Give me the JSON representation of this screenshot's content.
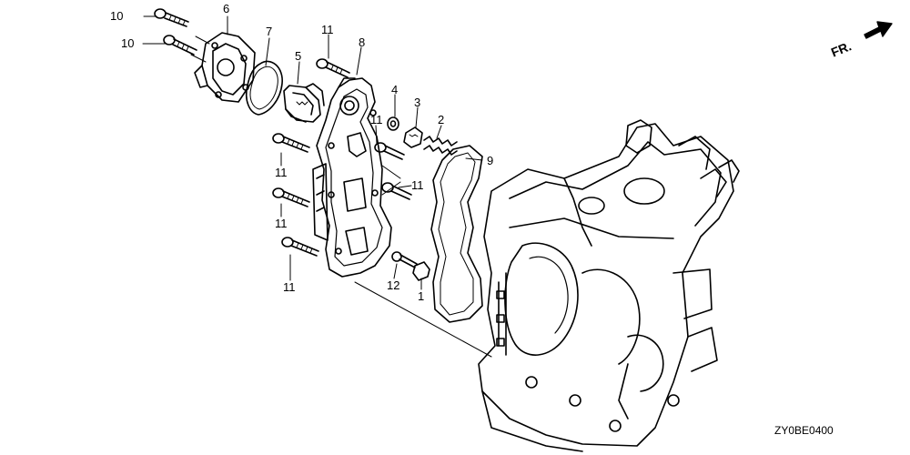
{
  "diagram": {
    "direction_label": "FR.",
    "figure_code": "ZY0BE0400",
    "callouts": [
      "10",
      "10",
      "6",
      "7",
      "5",
      "11",
      "8",
      "4",
      "3",
      "11",
      "2",
      "11",
      "9",
      "11",
      "11",
      "11",
      "12",
      "1"
    ],
    "colors": {
      "ink": "#000000",
      "paper": "#ffffff"
    }
  }
}
